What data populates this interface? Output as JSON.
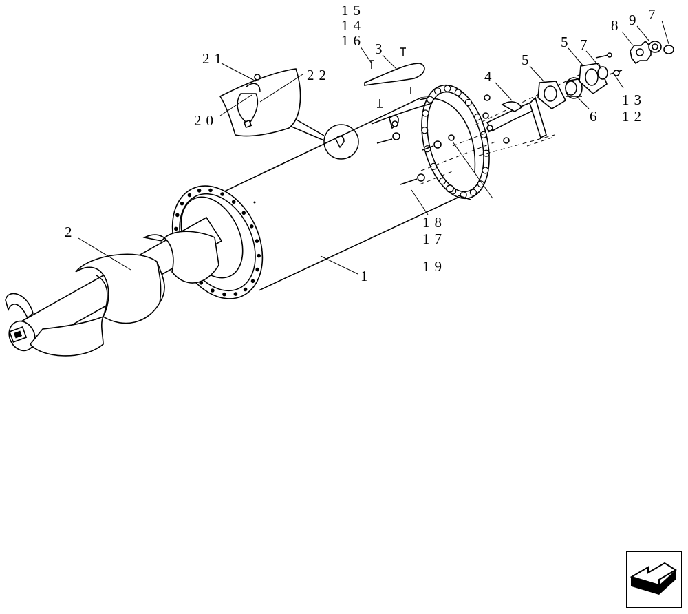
{
  "diagram": {
    "callouts": {
      "c1": "1",
      "c2": "2",
      "c3": "3",
      "c4": "4",
      "c5a": "5",
      "c5b": "5",
      "c6": "6",
      "c7a": "7",
      "c7b": "7",
      "c8": "8",
      "c9": "9",
      "c12": "12",
      "c13": "13",
      "c14": "14",
      "c15": "15",
      "c16": "16",
      "c17": "17",
      "c18": "18",
      "c19": "19",
      "c20": "20",
      "c21": "21",
      "c22": "22"
    },
    "nav_icon": "arrow-back-icon"
  }
}
